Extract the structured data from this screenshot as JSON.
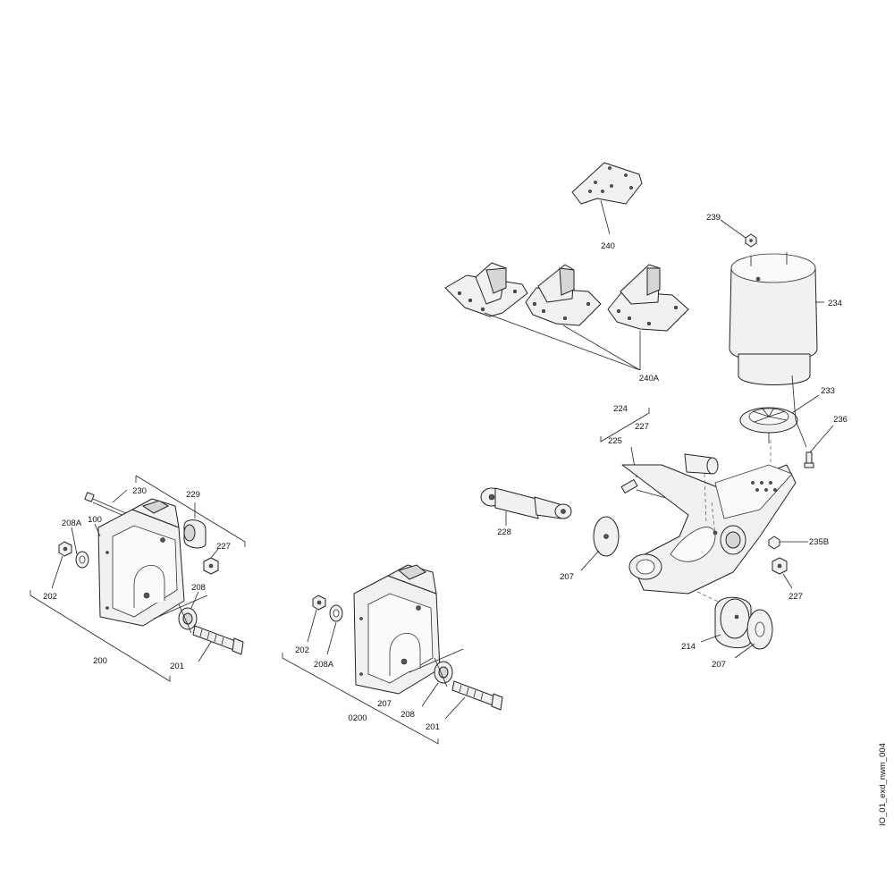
{
  "drawing_ref": "IO_01_exd_nwm_004",
  "callouts": {
    "c240": "240",
    "c239": "239",
    "c234": "234",
    "c240a": "240A",
    "c233": "233",
    "c236": "236",
    "c224": "224",
    "c227_top": "227",
    "c225": "225",
    "c228": "228",
    "c235b": "235B",
    "c207_mid": "207",
    "c227_right": "227",
    "c214": "214",
    "c207_right": "207",
    "c230": "230",
    "c229": "229",
    "c208a_left": "208A",
    "c100": "100",
    "c227_left": "227",
    "c202_left": "202",
    "c208_left": "208",
    "c200": "200",
    "c201_left": "201",
    "c202_center": "202",
    "c208a_center": "208A",
    "c207_center": "207",
    "c0200": "0200",
    "c208_center": "208",
    "c201_center": "201"
  }
}
